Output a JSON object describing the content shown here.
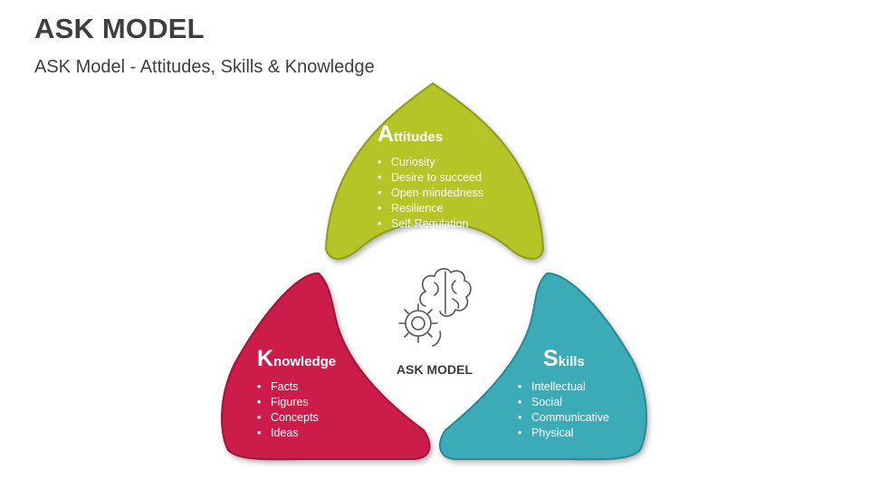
{
  "header": {
    "title": "ASK MODEL",
    "subtitle": "ASK Model - Attitudes, Skills & Knowledge"
  },
  "center": {
    "label": "ASK MODEL",
    "icon": "brain-gear-icon"
  },
  "segments": [
    {
      "key": "attitudes",
      "initial": "A",
      "rest": "ttitudes",
      "color": "#b5c425",
      "items": [
        "Curiosity",
        "Desire to succeed",
        "Open-mindedness",
        "Resilience",
        "Self-Regulation"
      ]
    },
    {
      "key": "knowledge",
      "initial": "K",
      "rest": "nowledge",
      "color": "#cc1a48",
      "items": [
        "Facts",
        "Figures",
        "Concepts",
        "Ideas"
      ]
    },
    {
      "key": "skills",
      "initial": "S",
      "rest": "kills",
      "color": "#3aabb8",
      "items": [
        "Intellectual",
        "Social",
        "Communicative",
        "Physical"
      ]
    }
  ]
}
